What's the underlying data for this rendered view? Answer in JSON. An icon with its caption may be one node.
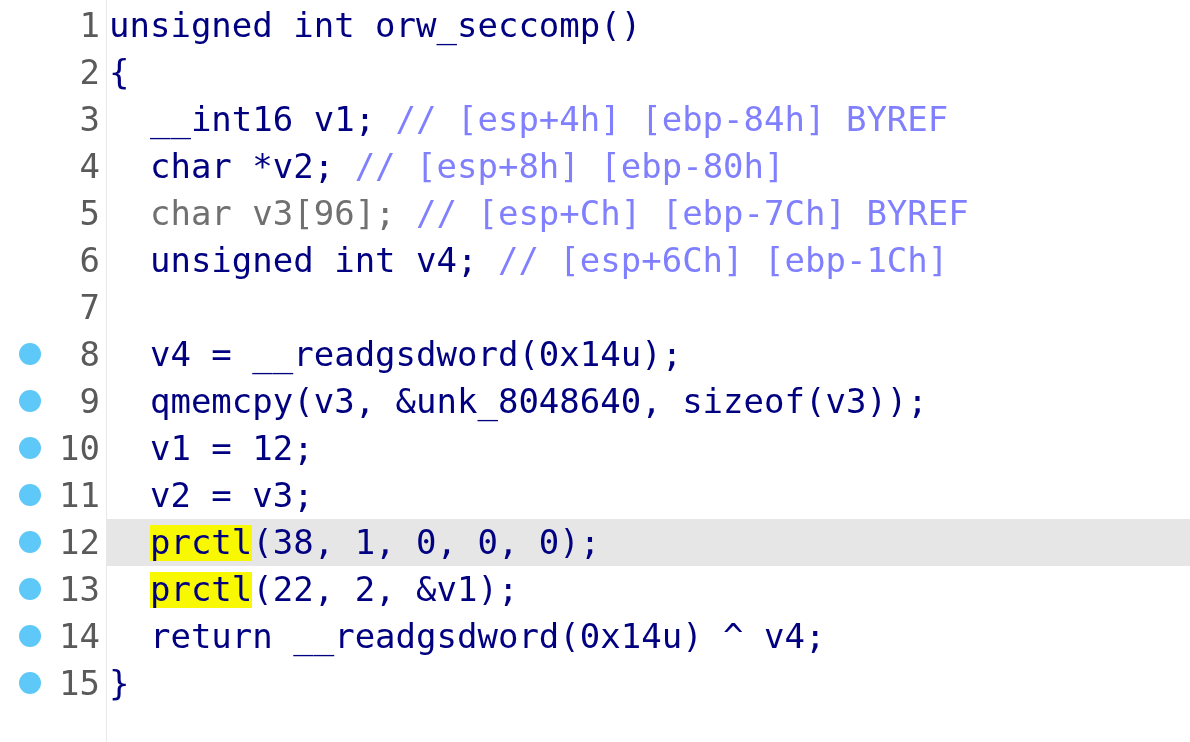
{
  "diagram": {
    "labels": [
      "1",
      "unsigned int orw_seccomp()",
      "2",
      "{",
      "3",
      "__int16 v1;",
      "// [esp+4h] [ebp-84h] BYREF",
      "4",
      "char *v2;",
      "// [esp+8h] [ebp-80h]",
      "5",
      "char v3[96];",
      "// [esp+Ch] [ebp-7Ch] BYREF",
      "6",
      "unsigned int v4;",
      "// [esp+6Ch] [ebp-1Ch]",
      "7",
      "8",
      "v4 = __readgsdword(0x14u);",
      "9",
      "qmemcpy(v3, &unk_8048640, sizeof(v3));",
      "10",
      "v1 = 12;",
      "11",
      "v2 = v3;",
      "12",
      "prctl(38, 1, 0, 0, 0);",
      "13",
      "prctl(22, 2, &v1);",
      "14",
      "return __readgsdword(0x14u) ^ v4;",
      "15",
      "}"
    ]
  }
}
